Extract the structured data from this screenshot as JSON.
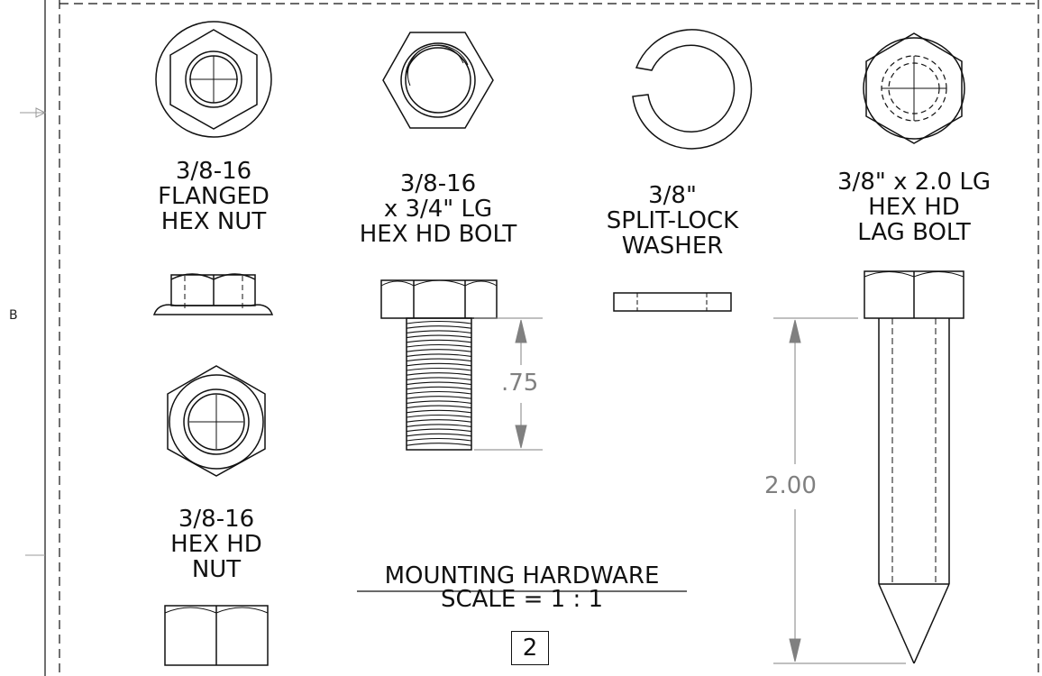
{
  "sheet": {
    "zone_label": "B"
  },
  "parts": {
    "flanged_nut": {
      "line1": "3/8-16",
      "line2": "FLANGED",
      "line3": "HEX NUT"
    },
    "hex_bolt": {
      "line1": "3/8-16",
      "line2": "x 3/4\" LG",
      "line3": "HEX HD BOLT"
    },
    "washer": {
      "line1": "3/8\"",
      "line2": "SPLIT-LOCK",
      "line3": "WASHER"
    },
    "lag_bolt": {
      "line1": "3/8\" x 2.0 LG",
      "line2": "HEX HD",
      "line3": "LAG BOLT"
    },
    "hex_nut": {
      "line1": "3/8-16",
      "line2": "HEX HD",
      "line3": "NUT"
    }
  },
  "dimensions": {
    "bolt_length": ".75",
    "lag_length": "2.00"
  },
  "view": {
    "title": "MOUNTING HARDWARE",
    "scale": "SCALE = 1 : 1",
    "number": "2"
  }
}
